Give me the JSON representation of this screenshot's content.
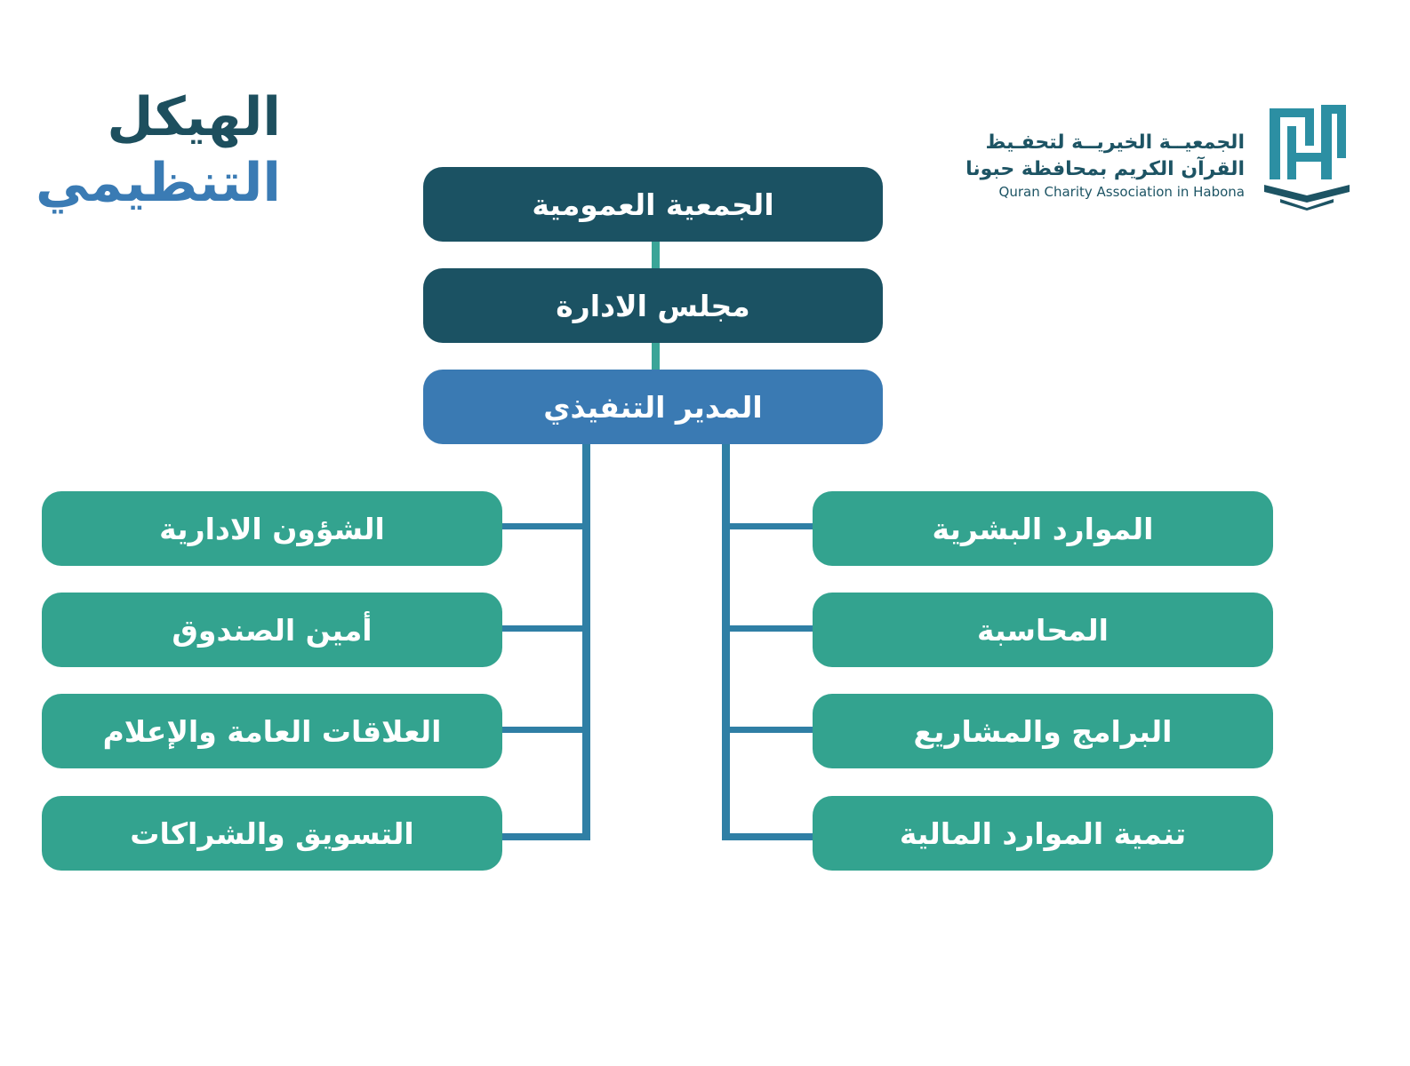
{
  "title": {
    "line1": "الهيكل",
    "line2": "التنظيمي"
  },
  "logo": {
    "arabic_line1": "الجمعيــة الخيريــة لتحفـيظ",
    "arabic_line2": "القرآن الكريم بمحافظة حبونا",
    "english": "Quran Charity Association in Habona",
    "mark_icon": "quran-book-logo-icon"
  },
  "hierarchy": {
    "general_assembly": "الجمعية العمومية",
    "board": "مجلس الادارة",
    "executive_director": "المدير التنفيذي"
  },
  "departments_right": [
    "الموارد البشرية",
    "المحاسبة",
    "البرامج والمشاريع",
    "تنمية الموارد المالية"
  ],
  "departments_left": [
    "الشؤون الادارية",
    "أمين الصندوق",
    "العلاقات العامة والإعلام",
    "التسويق والشراكات"
  ],
  "colors": {
    "dark_box": "#1b5263",
    "director_box": "#3a7ab3",
    "department_box": "#33a38f",
    "title_dark": "#1d4f5e",
    "title_blue": "#3a7bb4"
  }
}
